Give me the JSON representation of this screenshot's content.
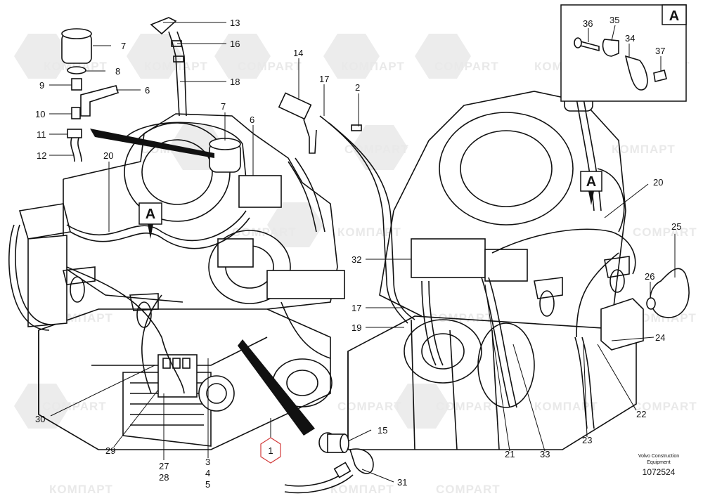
{
  "watermark": {
    "brand": "COMPART",
    "brand_cyrillic": "КОМПАРТ"
  },
  "detail_labels": {
    "detail": "A",
    "pointer_left": "A",
    "pointer_right": "A"
  },
  "callouts": {
    "c1": "1",
    "c2": "2",
    "c3": "3",
    "c4": "4",
    "c5": "5",
    "c6a": "6",
    "c6b": "6",
    "c7a": "7",
    "c7b": "7",
    "c8": "8",
    "c9": "9",
    "c10": "10",
    "c11": "11",
    "c12": "12",
    "c13": "13",
    "c14": "14",
    "c15": "15",
    "c16": "16",
    "c17a": "17",
    "c17b": "17",
    "c18": "18",
    "c19": "19",
    "c20a": "20",
    "c20b": "20",
    "c21": "21",
    "c22": "22",
    "c23": "23",
    "c24": "24",
    "c25": "25",
    "c26": "26",
    "c27": "27",
    "c28": "28",
    "c29": "29",
    "c30": "30",
    "c31": "31",
    "c32": "32",
    "c33": "33",
    "c34": "34",
    "c35": "35",
    "c36": "36",
    "c37": "37"
  },
  "credit": {
    "line1": "Volvo Construction",
    "line2": "Equipment"
  },
  "drawing_number": "1072524"
}
